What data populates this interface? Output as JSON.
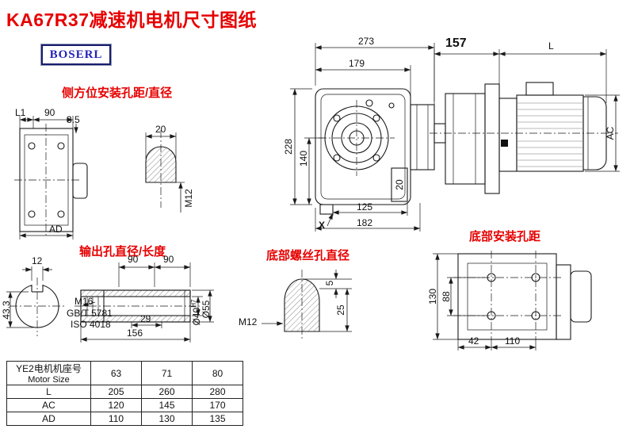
{
  "title": "KA67R37减速机电机尺寸图纸",
  "logo": {
    "text": "BOSERL"
  },
  "labels": {
    "side_mount": "侧方位安装孔距/直径",
    "output": "输出孔直径/长度",
    "bottom_screw": "底部螺丝孔直径",
    "bottom_mount": "底部安装孔距"
  },
  "dims": {
    "main": {
      "overall_width": "273",
      "housing_width": "179",
      "overall_height": "228",
      "center_height": "140",
      "key": "20",
      "bolt_span": "125",
      "base_width": "182",
      "x_mark": "X"
    },
    "right": {
      "reducer_depth": "157",
      "motor_length": "L",
      "motor_diameter": "AC"
    },
    "side": {
      "l1": "L1",
      "w90": "90",
      "t35": "3.5",
      "ad": "AD"
    },
    "dome": {
      "w20": "20",
      "thread": "M12"
    },
    "output": {
      "keyway_width": "12",
      "seg_a": "90",
      "seg_b": "90",
      "keyway_height": "43.3",
      "thread": "M16",
      "std1": "GB/T 5781",
      "std2": "ISO 4018",
      "l29": "29",
      "l156": "156",
      "bore": "Ø40",
      "bore_tol": "H7",
      "outer": "Ø55"
    },
    "screw": {
      "thread": "M12",
      "d5": "5",
      "d25": "25"
    },
    "bottom": {
      "h130": "130",
      "h88": "88",
      "w42": "42",
      "w110": "110"
    }
  },
  "table": {
    "header_cn": "YE2电机机座号",
    "header_en": "Motor Size",
    "sizes": [
      "63",
      "71",
      "80"
    ],
    "rows": [
      {
        "name": "L",
        "values": [
          "205",
          "260",
          "280"
        ]
      },
      {
        "name": "AC",
        "values": [
          "120",
          "145",
          "170"
        ]
      },
      {
        "name": "AD",
        "values": [
          "110",
          "130",
          "135"
        ]
      }
    ]
  }
}
